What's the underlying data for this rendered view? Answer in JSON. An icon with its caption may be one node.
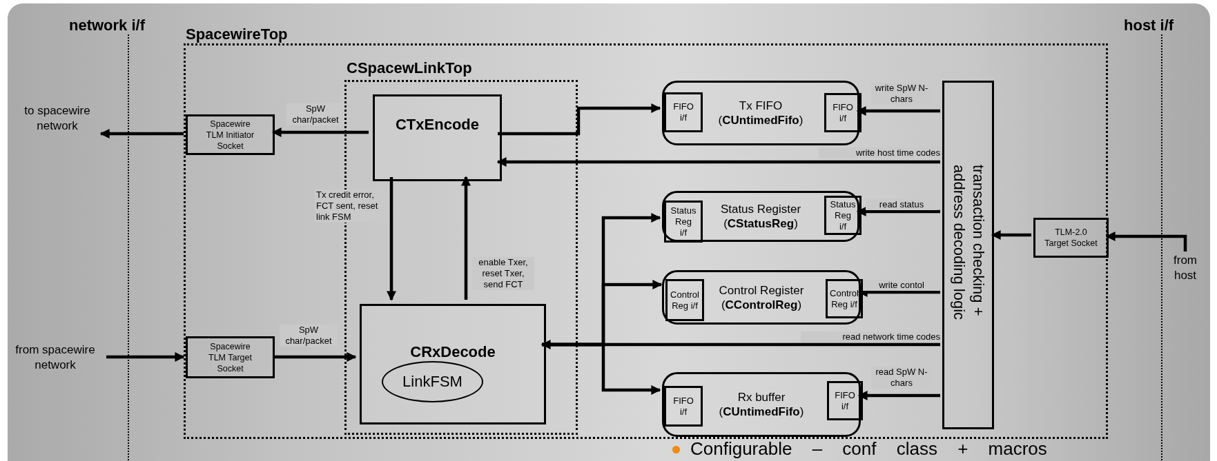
{
  "diagram": {
    "nodes": [
      {
        "text": [
          "SpacewireTop"
        ]
      },
      {
        "text": [
          "CSpacewLinkTop"
        ],
        "in": 0
      },
      {
        "text": [
          "CTxEncode"
        ],
        "in": 1
      },
      {
        "text": [
          "CRxDecode"
        ],
        "in": 1
      },
      {
        "text": [
          "LinkFSM"
        ],
        "in": 3
      },
      {
        "text": [
          "Spacewire TLM Initiator Socket"
        ],
        "in": 0
      },
      {
        "text": [
          "Spacewire TLM Target Socket"
        ],
        "in": 0
      },
      {
        "text": [
          "Tx FIFO (**CUntimedFifo**)"
        ],
        "in": 0
      },
      {
        "text": [
          "FIFO i/f"
        ],
        "in": 7
      },
      {
        "text": [
          "FIFO i/f"
        ],
        "in": 7
      },
      {
        "text": [
          "Status Register (**CStatusReg**)"
        ],
        "in": 0
      },
      {
        "text": [
          "Status Reg i/f"
        ],
        "in": 10
      },
      {
        "text": [
          "Status Reg i/f"
        ],
        "in": 10
      },
      {
        "text": [
          "Control Register (**CControlReg**)"
        ],
        "in": 0
      },
      {
        "text": [
          "Control Reg i/f"
        ],
        "in": 13
      },
      {
        "text": [
          "Control Reg i/f"
        ],
        "in": 13
      },
      {
        "text": [
          "Rx buffer (**CUntimedFifo**)"
        ],
        "in": 0
      },
      {
        "text": [
          "FIFO i/f"
        ],
        "in": 16
      },
      {
        "text": [
          "FIFO i/f"
        ],
        "in": 16
      },
      {
        "text": [
          "transaction checking + address decoding logic"
        ],
        "in": 0
      },
      {
        "text": [
          "TLM-2.0 Target Socket"
        ],
        "in": 0
      },
      {
        "text": [
          "to spacewire network"
        ]
      },
      {
        "text": [
          "from spacewire network"
        ]
      },
      {
        "text": [
          "from host"
        ]
      }
    ],
    "edges": [
      {
        "from": 5,
        "to": 21,
        "arrow": "to"
      },
      {
        "from": 2,
        "to": 5,
        "arrow": "to",
        "label": "SpW char/packet"
      },
      {
        "from": 22,
        "to": 6,
        "arrow": "to"
      },
      {
        "from": 6,
        "to": 3,
        "arrow": "to",
        "label": "SpW char/packet"
      },
      {
        "from": 2,
        "to": 3,
        "arrow": "to",
        "label": "Tx credit error, FCT sent, reset link FSM"
      },
      {
        "from": 3,
        "to": 2,
        "arrow": "to",
        "label": "enable Txer, reset Txer, send FCT"
      },
      {
        "from": 2,
        "to": 8,
        "arrow": "to"
      },
      {
        "from": 19,
        "to": 9,
        "arrow": "to",
        "label": "write SpW N-chars"
      },
      {
        "from": 19,
        "to": 2,
        "arrow": "to",
        "label": "write host time codes"
      },
      {
        "from": 19,
        "to": 12,
        "arrow": "to",
        "label": "read status"
      },
      {
        "from": 19,
        "to": 15,
        "arrow": "to",
        "label": "write contol"
      },
      {
        "from": 19,
        "to": 3,
        "arrow": "to",
        "label": "read network time codes"
      },
      {
        "from": 19,
        "to": 18,
        "arrow": "to",
        "label": "read SpW N-chars"
      },
      {
        "from": 3,
        "to": 11,
        "arrow": "to"
      },
      {
        "from": 3,
        "to": 14,
        "arrow": "to"
      },
      {
        "from": 3,
        "to": 17,
        "arrow": "to"
      },
      {
        "from": 20,
        "to": 19,
        "arrow": "to"
      },
      {
        "from": 23,
        "to": 20,
        "arrow": "to"
      }
    ],
    "labels": [
      "network i/f",
      "host i/f",
      "Configurable – conf class + macros"
    ]
  }
}
